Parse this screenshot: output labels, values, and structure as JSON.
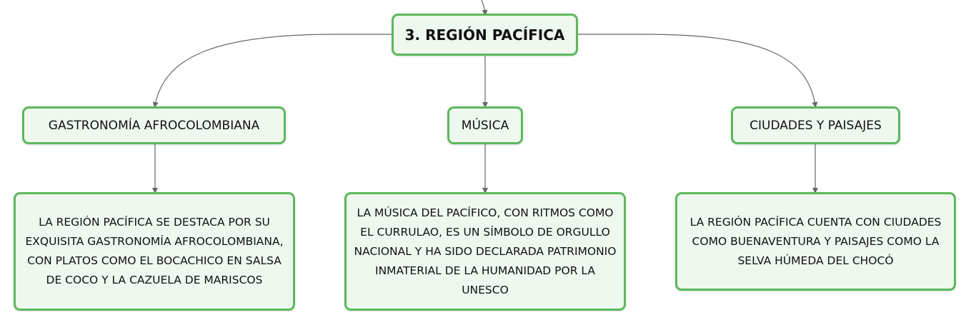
{
  "diagram": {
    "root": {
      "label": "3. REGIÓN PACÍFICA"
    },
    "branches": [
      {
        "label": "GASTRONOMÍA AFROCOLOMBIANA",
        "description": "LA REGIÓN PACÍFICA SE DESTACA POR SU EXQUISITA GASTRONOMÍA AFROCOLOMBIANA, CON PLATOS COMO EL BOCACHICO EN SALSA DE COCO Y LA CAZUELA DE MARISCOS"
      },
      {
        "label": "MÚSICA",
        "description": "LA MÚSICA DEL PACÍFICO, CON RITMOS COMO EL CURRULAO, ES UN SÍMBOLO DE ORGULLO NACIONAL Y HA SIDO DECLARADA PATRIMONIO INMATERIAL DE LA HUMANIDAD POR LA UNESCO"
      },
      {
        "label": "CIUDADES Y PAISAJES",
        "description": "LA REGIÓN PACÍFICA CUENTA CON CIUDADES COMO BUENAVENTURA Y PAISAJES COMO LA SELVA HÚMEDA DEL CHOCÓ"
      }
    ]
  },
  "colors": {
    "node_border": "#5cb85c",
    "node_fill": "#eef8ee",
    "connector": "#666666"
  }
}
